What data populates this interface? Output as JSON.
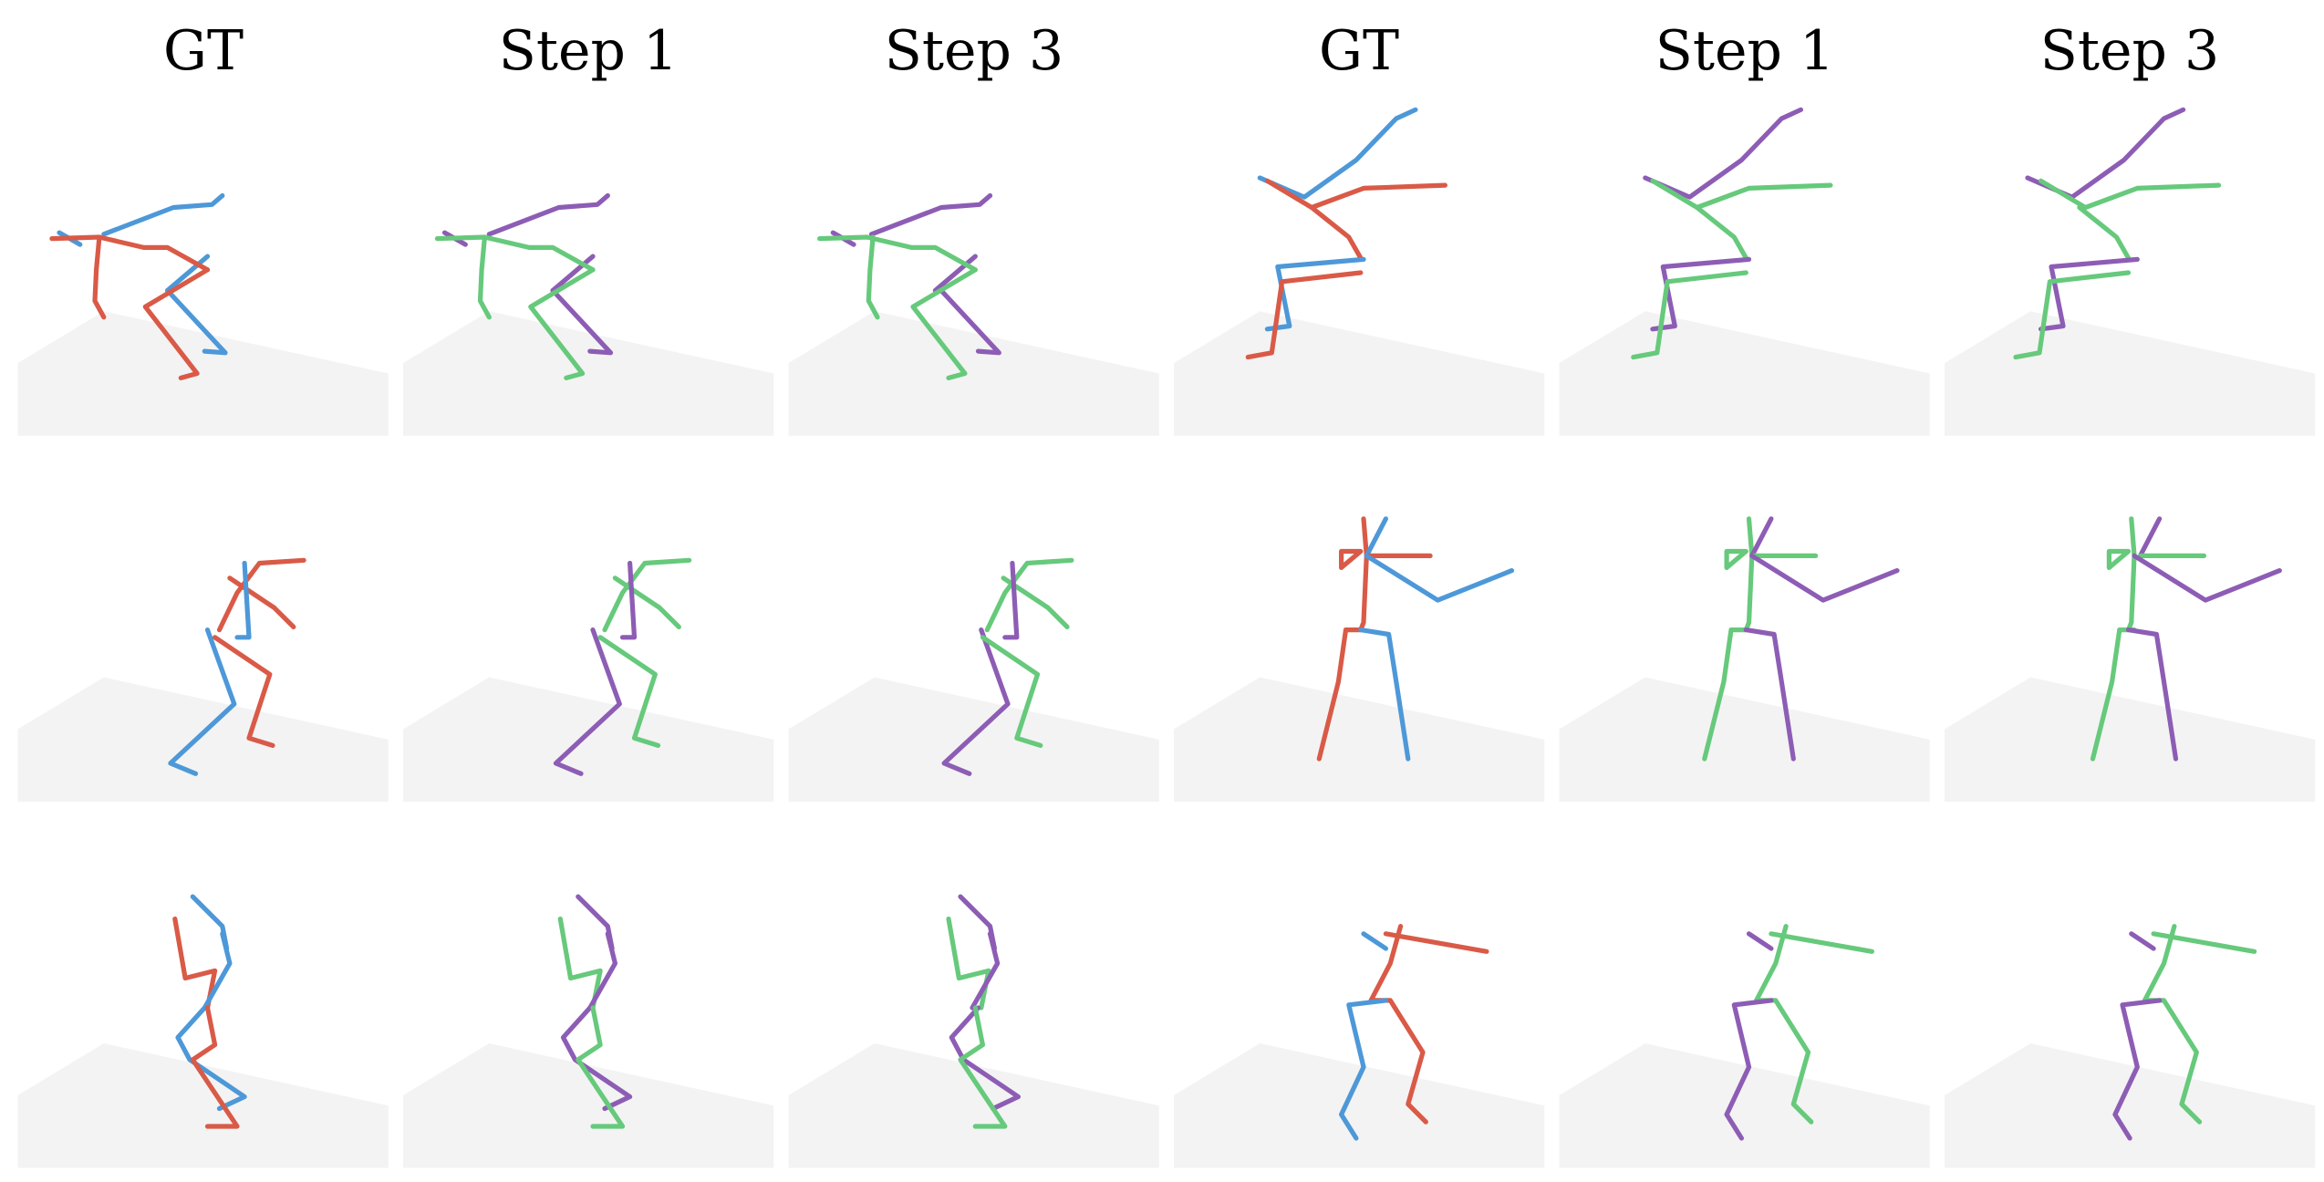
{
  "column_titles": [
    "GT",
    "Step 1",
    "Step 3",
    "GT",
    "Step 1",
    "Step 3"
  ],
  "colors": {
    "gt_a": "#d95a47",
    "gt_b": "#4d98d8",
    "pred_a": "#66c97b",
    "pred_b": "#8d5db5",
    "ground": "#f3f3f3"
  }
}
